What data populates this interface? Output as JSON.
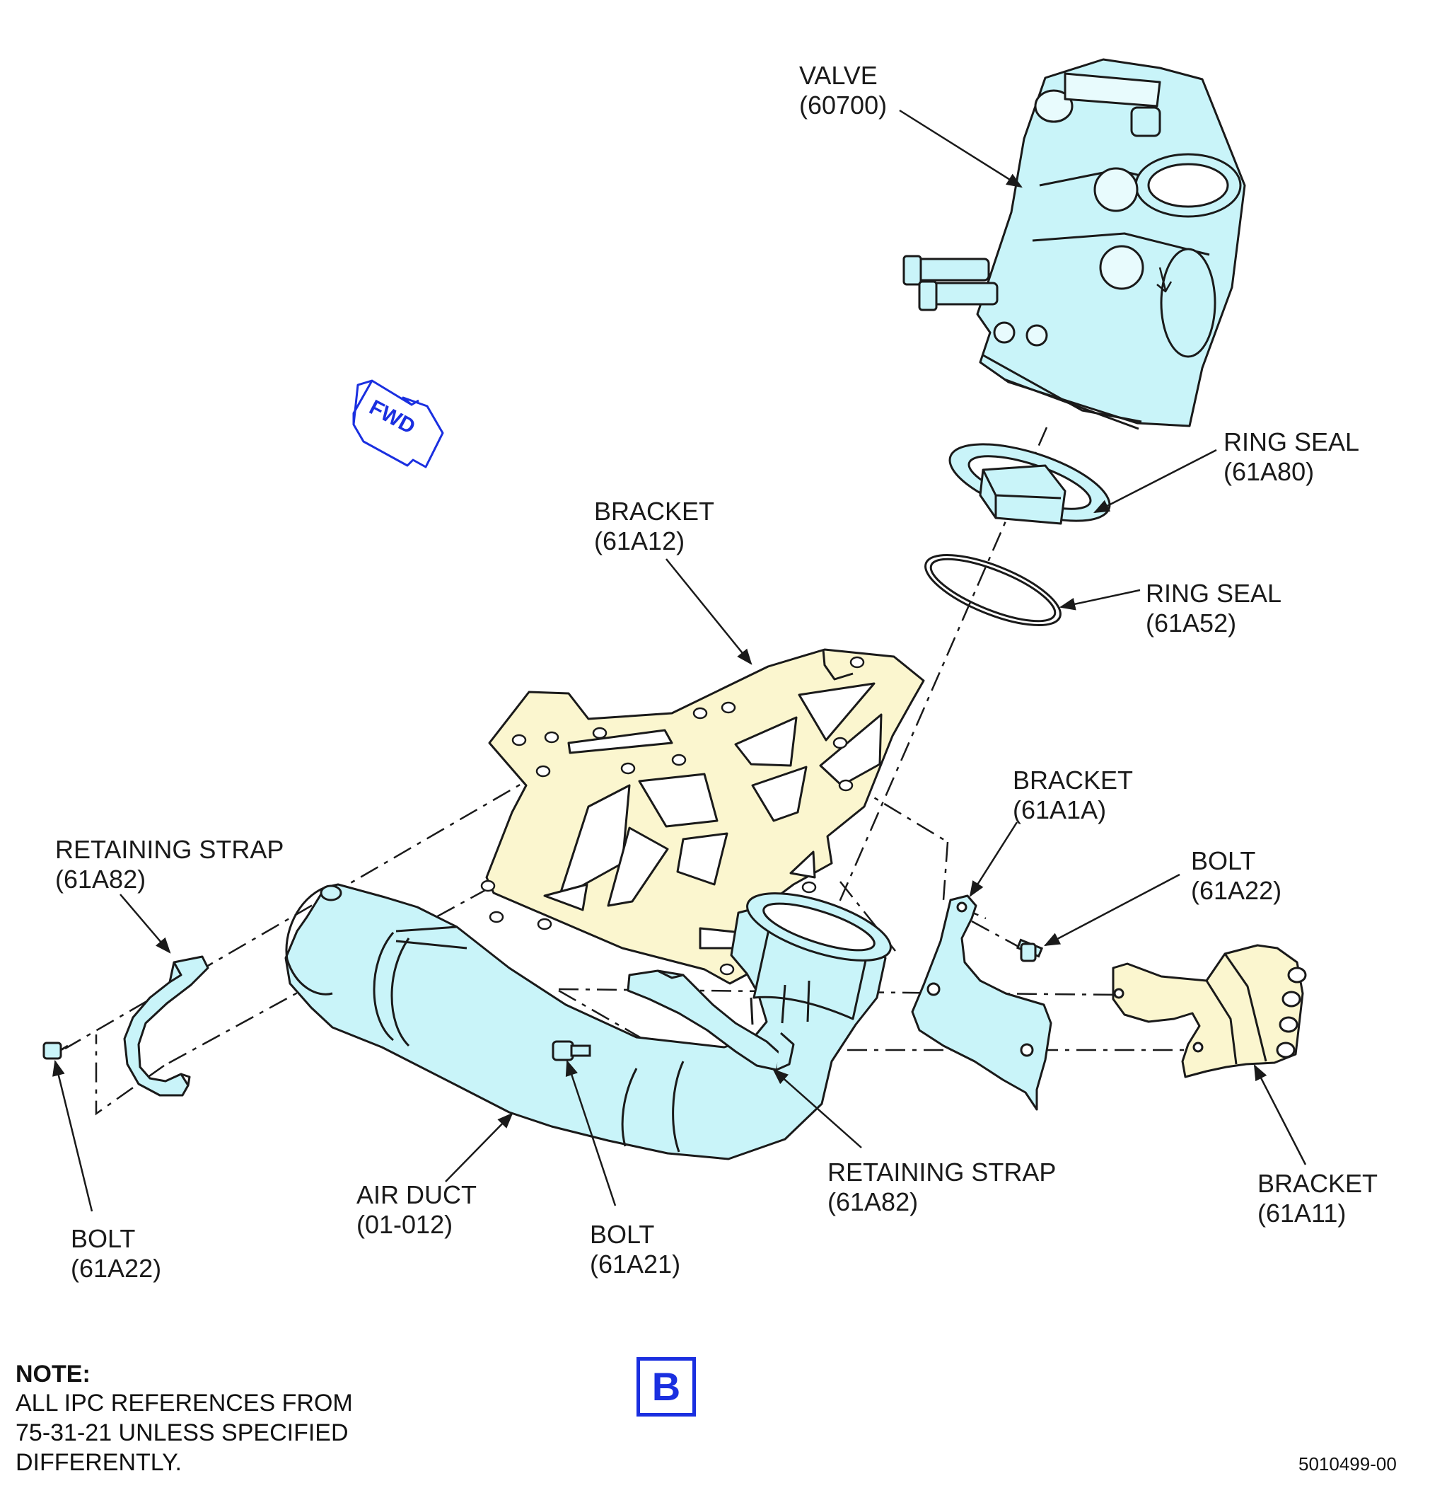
{
  "colors": {
    "cyan_part": "#c9f4f9",
    "yellow_part": "#fbf6cf",
    "outline": "#1a1a1a",
    "fwd_blue": "#1a2fe0"
  },
  "fwd_arrow": {
    "text": "FWD",
    "icon": "forward-arrow-icon"
  },
  "parts": {
    "valve": {
      "name": "VALVE",
      "ref": "(60700)"
    },
    "ring_seal_80": {
      "name": "RING SEAL",
      "ref": "(61A80)"
    },
    "ring_seal_52": {
      "name": "RING SEAL",
      "ref": "(61A52)"
    },
    "bracket_12": {
      "name": "BRACKET",
      "ref": "(61A12)"
    },
    "bracket_1a": {
      "name": "BRACKET",
      "ref": "(61A1A)"
    },
    "bolt_22_right": {
      "name": "BOLT",
      "ref": "(61A22)"
    },
    "retaining_strap_left": {
      "name": "RETAINING STRAP",
      "ref": "(61A82)"
    },
    "retaining_strap_right": {
      "name": "RETAINING STRAP",
      "ref": "(61A82)"
    },
    "bracket_11": {
      "name": "BRACKET",
      "ref": "(61A11)"
    },
    "air_duct": {
      "name": "AIR DUCT",
      "ref": "(01-012)"
    },
    "bolt_21": {
      "name": "BOLT",
      "ref": "(61A21)"
    },
    "bolt_22_left": {
      "name": "BOLT",
      "ref": "(61A22)"
    }
  },
  "note": {
    "title": "NOTE:",
    "lines": [
      "ALL IPC REFERENCES FROM",
      "75-31-21 UNLESS SPECIFIED",
      "DIFFERENTLY."
    ]
  },
  "view_label": "B",
  "figure_number": "5010499-00"
}
